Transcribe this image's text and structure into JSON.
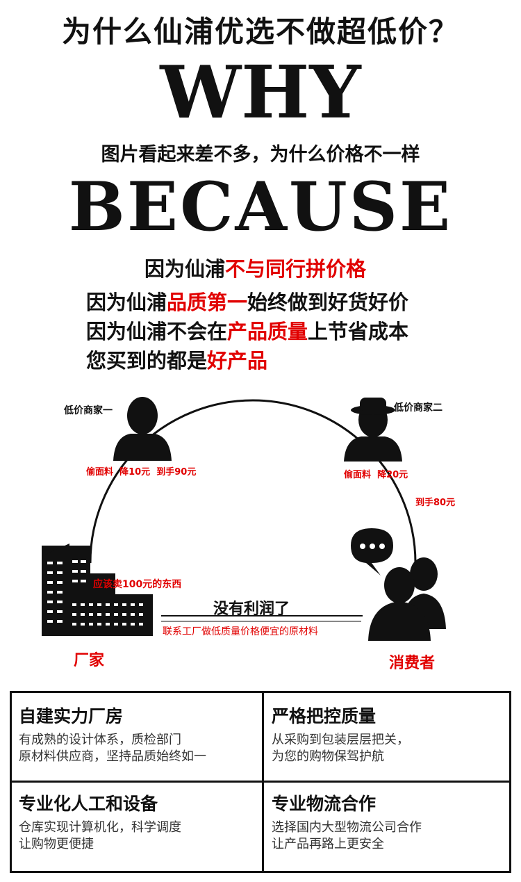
{
  "header": {
    "title": "为什么仙浦优选不做超低价？",
    "why": "WHY",
    "subtitle": "图片看起来差不多，为什么价格不一样",
    "because": "BECAUSE"
  },
  "reasons": [
    {
      "prefix": "因为仙浦",
      "highlight": "不与同行拼价格",
      "suffix": ""
    },
    {
      "prefix": "因为仙浦",
      "highlight": "品质第一",
      "suffix": "始终做到好货好价"
    },
    {
      "prefix": "因为仙浦不会在",
      "highlight": "产品质量",
      "suffix": "上节省成本"
    },
    {
      "prefix": "您买到的都是",
      "highlight": "好产品",
      "suffix": ""
    }
  ],
  "diagram": {
    "merchant_one": "低价商家一",
    "merchant_two": "低价商家二",
    "m1_note_a": "偷面料",
    "m1_note_b": "降10元",
    "m1_note_c": "到手90元",
    "m2_note_a": "偷面料",
    "m2_note_b": "降20元",
    "m2_note_c": "到手80元",
    "factory_note": "应该卖100元的东西",
    "no_profit": "没有利润了",
    "contact_note": "联系工厂做低质量价格便宜的原材料",
    "factory_label": "厂家",
    "consumer_label": "消费者",
    "colors": {
      "red": "#e10000",
      "black": "#111111"
    }
  },
  "features": [
    {
      "title": "自建实力厂房",
      "lines": [
        "有成熟的设计体系，质检部门",
        "原材料供应商，坚持品质始终如一"
      ]
    },
    {
      "title": "严格把控质量",
      "lines": [
        "从采购到包装层层把关，",
        "为您的购物保驾护航"
      ]
    },
    {
      "title": "专业化人工和设备",
      "lines": [
        "仓库实现计算机化，科学调度",
        "让购物更便捷"
      ]
    },
    {
      "title": "专业物流合作",
      "lines": [
        "选择国内大型物流公司合作",
        "让产品再路上更安全"
      ]
    }
  ]
}
